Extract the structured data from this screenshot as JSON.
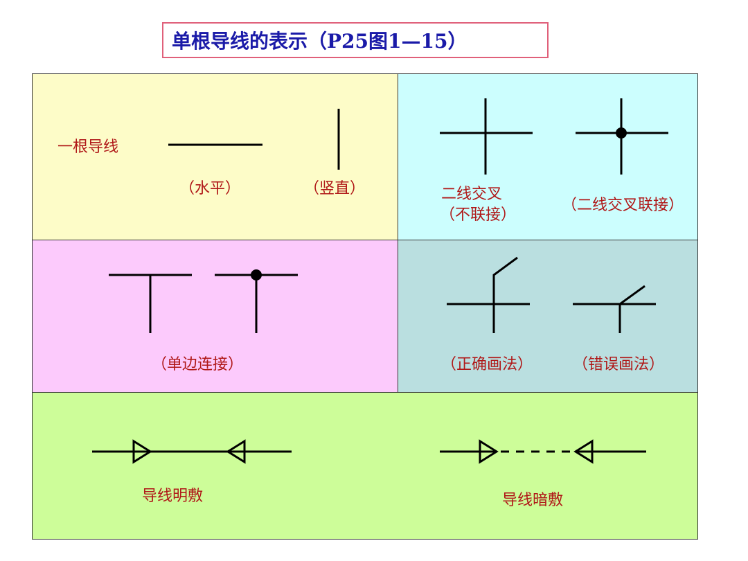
{
  "title": "单根导线的表示（P25图1—15）",
  "panels": {
    "single_wire": {
      "label": "一根导线",
      "horizontal": "（水平）",
      "vertical": "（竖直）"
    },
    "crossing": {
      "not_connected_line1": "二线交叉",
      "not_connected_line2": "（不联接）",
      "connected": "（二线交叉联接）"
    },
    "tee": {
      "label": "（单边连接）"
    },
    "drawing": {
      "correct": "（正确画法）",
      "wrong": "（错误画法）"
    },
    "bundle": {
      "visible": "导线明敷",
      "concealed": "导线暗敷"
    }
  }
}
